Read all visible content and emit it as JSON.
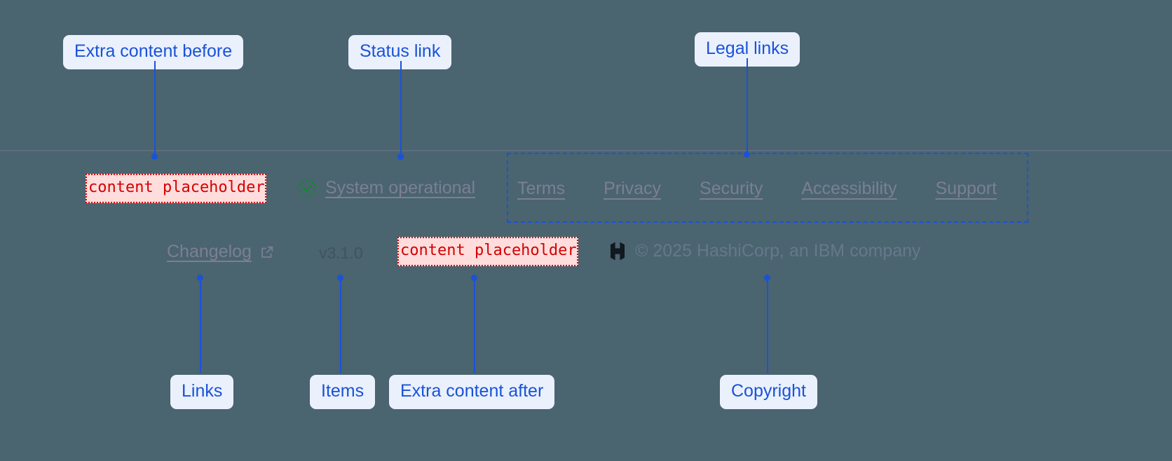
{
  "canvas": {
    "background_color": "#4a6470",
    "divider_color": "#5d6d7e",
    "annotation_color": "#1a52d8",
    "annotation_chip_background": "#eaf1fd",
    "placeholder_color": "#d60000",
    "placeholder_background": "#ffdddd",
    "footer_link_color": "#7c7f92",
    "status_ok_color": "#12892f"
  },
  "annotations": [
    {
      "id": "extra-before",
      "label": "Extra content before"
    },
    {
      "id": "status-link",
      "label": "Status link"
    },
    {
      "id": "legal-links",
      "label": "Legal links"
    },
    {
      "id": "links",
      "label": "Links"
    },
    {
      "id": "items",
      "label": "Items"
    },
    {
      "id": "extra-after",
      "label": "Extra content after"
    },
    {
      "id": "copyright",
      "label": "Copyright"
    }
  ],
  "footer": {
    "extra_content_before": {
      "text": "content placeholder"
    },
    "extra_content_after": {
      "text": "content placeholder"
    },
    "status": {
      "icon": "check-circle-icon",
      "label": "System operational"
    },
    "legal_links": [
      {
        "label": "Terms"
      },
      {
        "label": "Privacy"
      },
      {
        "label": "Security"
      },
      {
        "label": "Accessibility"
      },
      {
        "label": "Support"
      }
    ],
    "changelog": {
      "label": "Changelog",
      "icon": "external-link-icon"
    },
    "version": {
      "label": "v3.1.0"
    },
    "copyright": {
      "logo": "hashicorp-logo",
      "text": "© 2025 HashiCorp, an IBM company"
    }
  }
}
